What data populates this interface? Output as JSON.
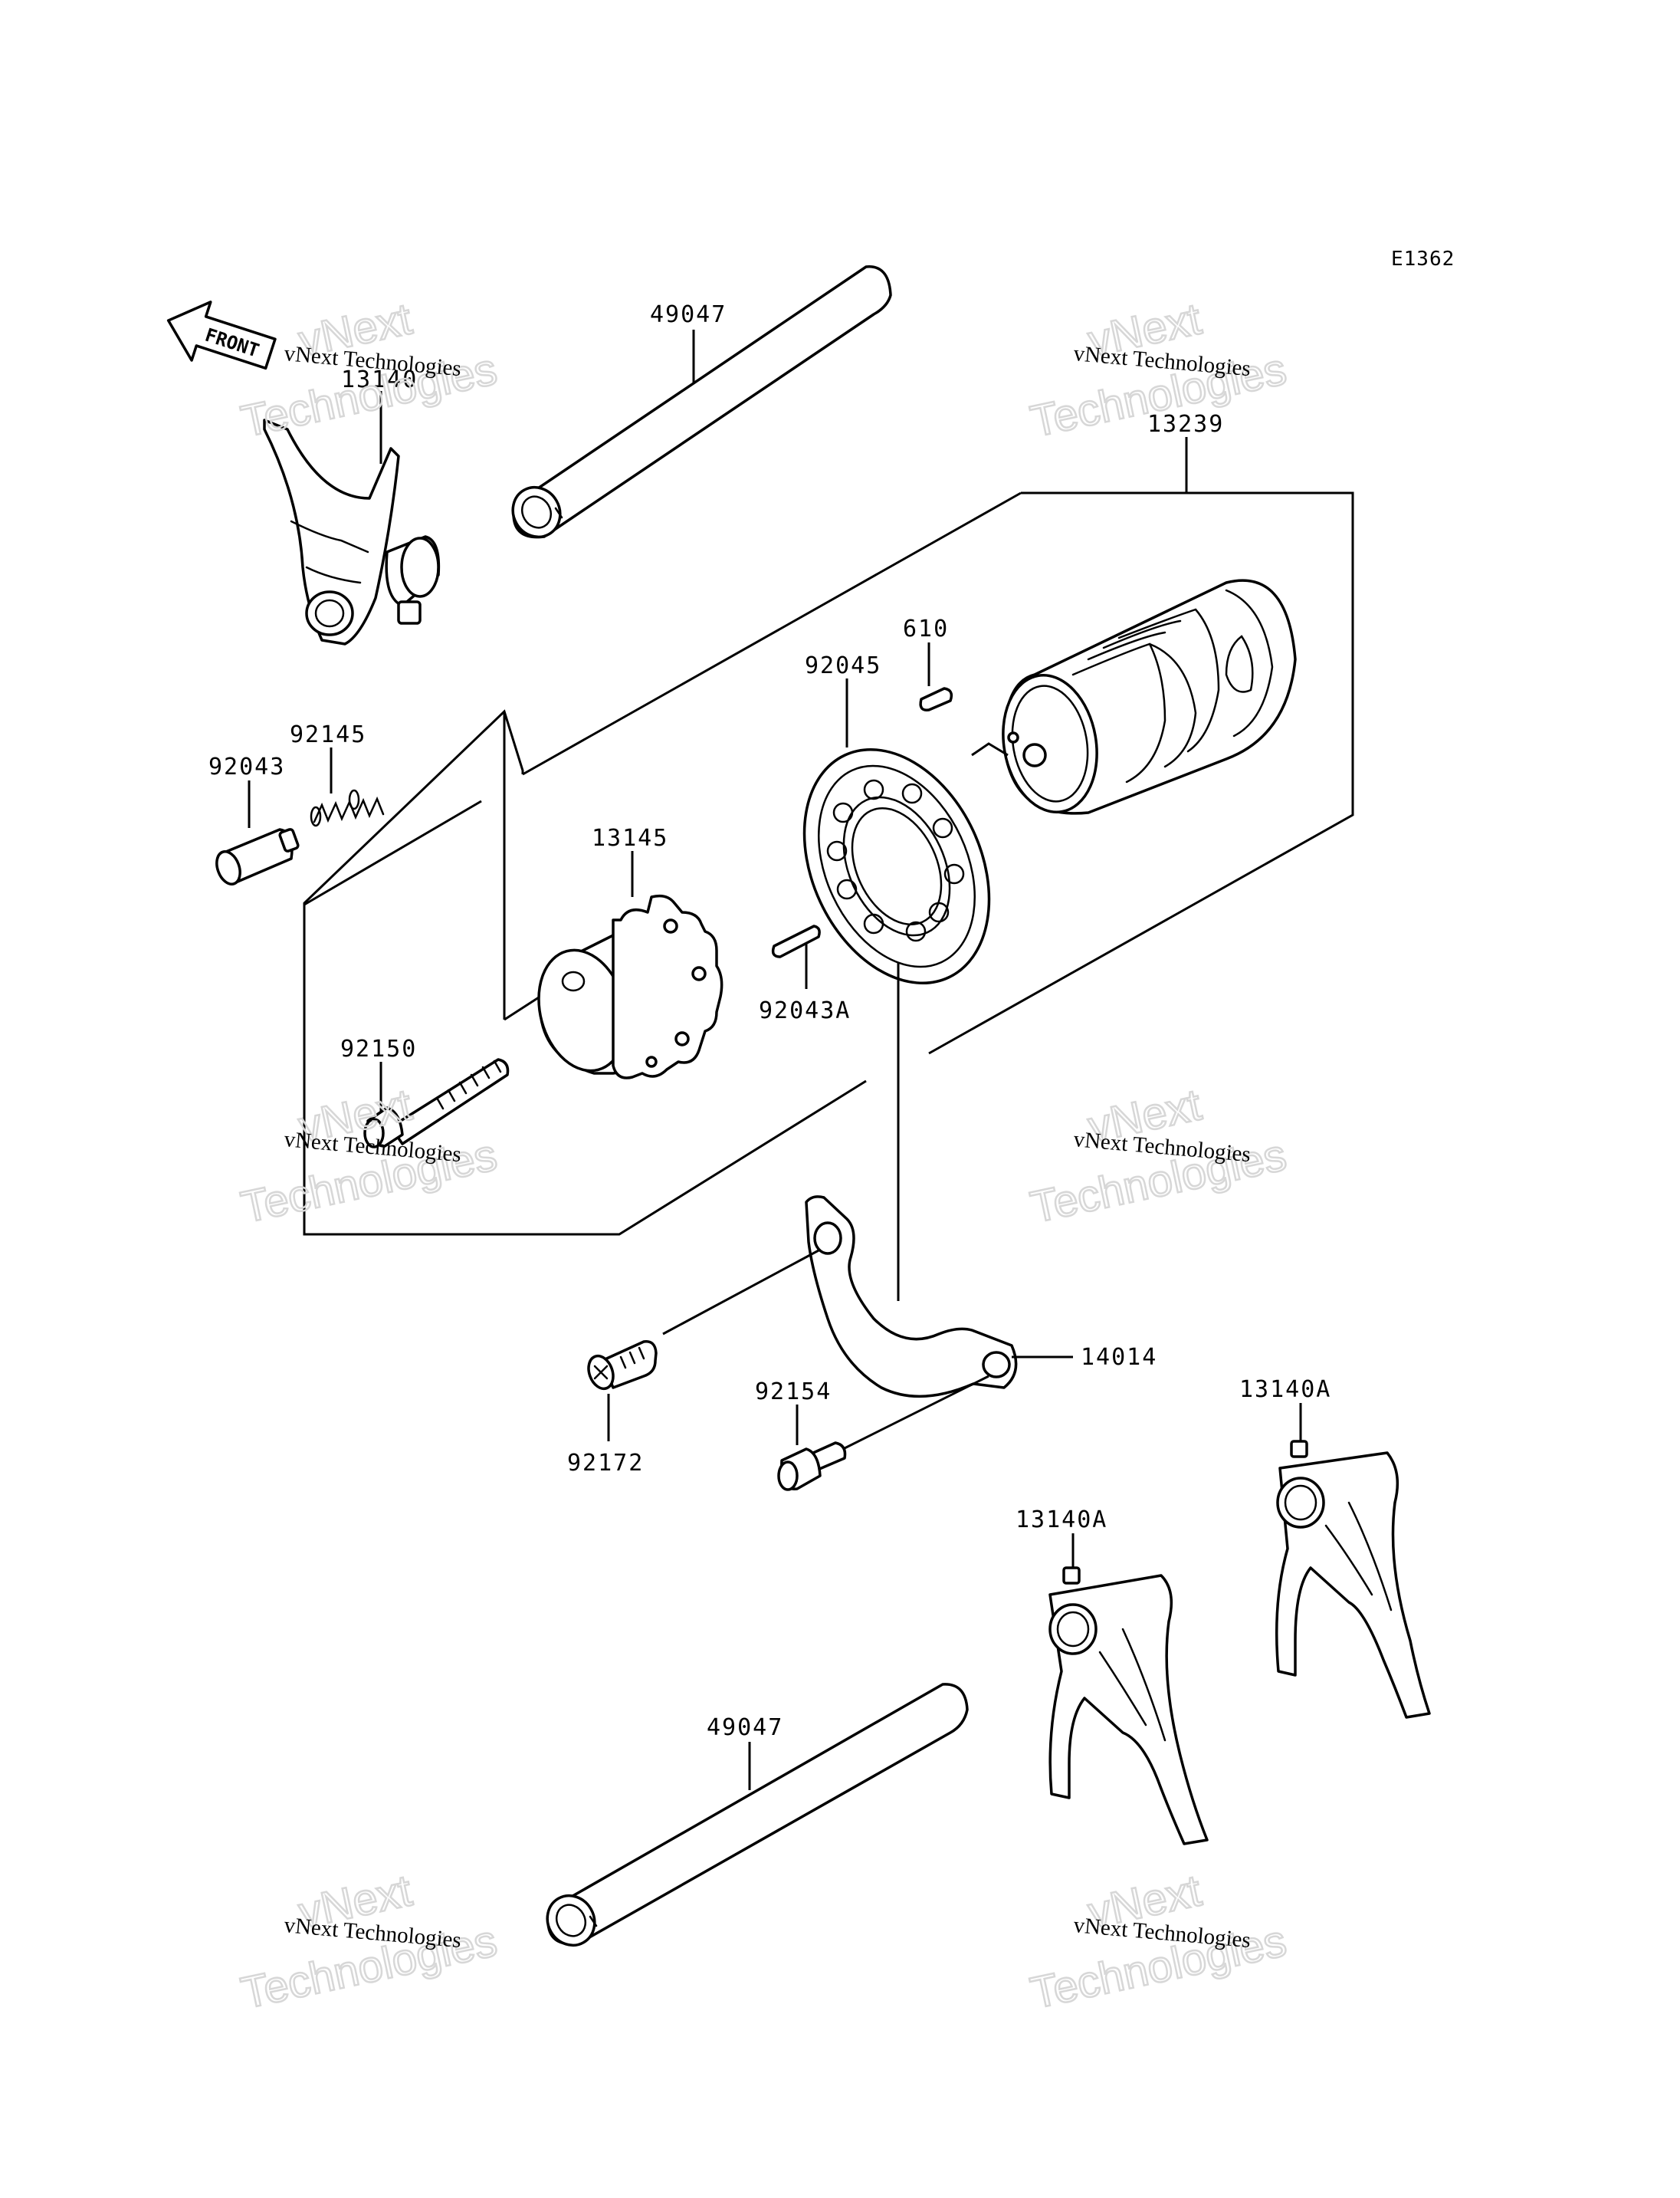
{
  "diagram_code": "E1362",
  "front_label": "FRONT",
  "watermark": {
    "small": "vNext Technologies",
    "big_line1": "vNext",
    "big_line2": "Technologies"
  },
  "labels": {
    "p13140_top": "13140",
    "p49047_top": "49047",
    "p13239": "13239",
    "p610": "610",
    "p92045": "92045",
    "p92145": "92145",
    "p92043": "92043",
    "p13145": "13145",
    "p92043A": "92043A",
    "p92150": "92150",
    "p14014": "14014",
    "p92154": "92154",
    "p92172": "92172",
    "p13140A_right": "13140A",
    "p13140A_mid": "13140A",
    "p49047_bottom": "49047"
  }
}
